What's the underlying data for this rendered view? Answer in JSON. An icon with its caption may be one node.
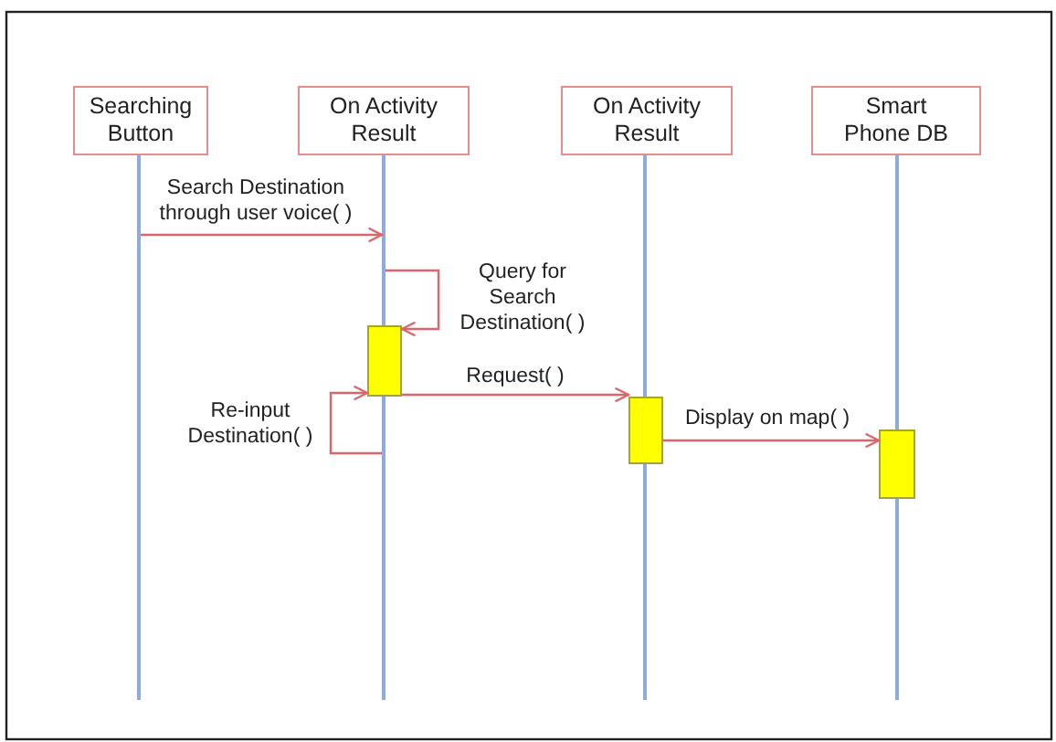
{
  "diagram": {
    "nodes": [
      {
        "text": [
          "Searching Button"
        ]
      },
      {
        "text": [
          "On Activity Result"
        ]
      },
      {
        "text": [
          "On Activity Result"
        ]
      },
      {
        "text": [
          "Smart Phone DB"
        ]
      },
      {
        "text": [],
        "shape": "line"
      },
      {
        "text": [],
        "shape": "line"
      },
      {
        "text": [],
        "shape": "line"
      },
      {
        "text": [],
        "shape": "line"
      },
      {
        "text": [],
        "shape": "bar"
      },
      {
        "text": [],
        "shape": "bar"
      },
      {
        "text": [],
        "shape": "bar"
      }
    ],
    "edges": [
      {
        "from": 4,
        "to": 5,
        "arrow": "to",
        "label": "Search Destination through user voice( )"
      },
      {
        "from": 5,
        "to": 8,
        "arrow": "to",
        "label": "Query for Search Destination( )"
      },
      {
        "from": 8,
        "to": 9,
        "arrow": "to",
        "label": "Request( )"
      },
      {
        "from": 5,
        "to": 8,
        "arrow": "to",
        "label": "Re-input Destination( )"
      },
      {
        "from": 9,
        "to": 10,
        "arrow": "to",
        "label": "Display on map( )"
      }
    ]
  }
}
